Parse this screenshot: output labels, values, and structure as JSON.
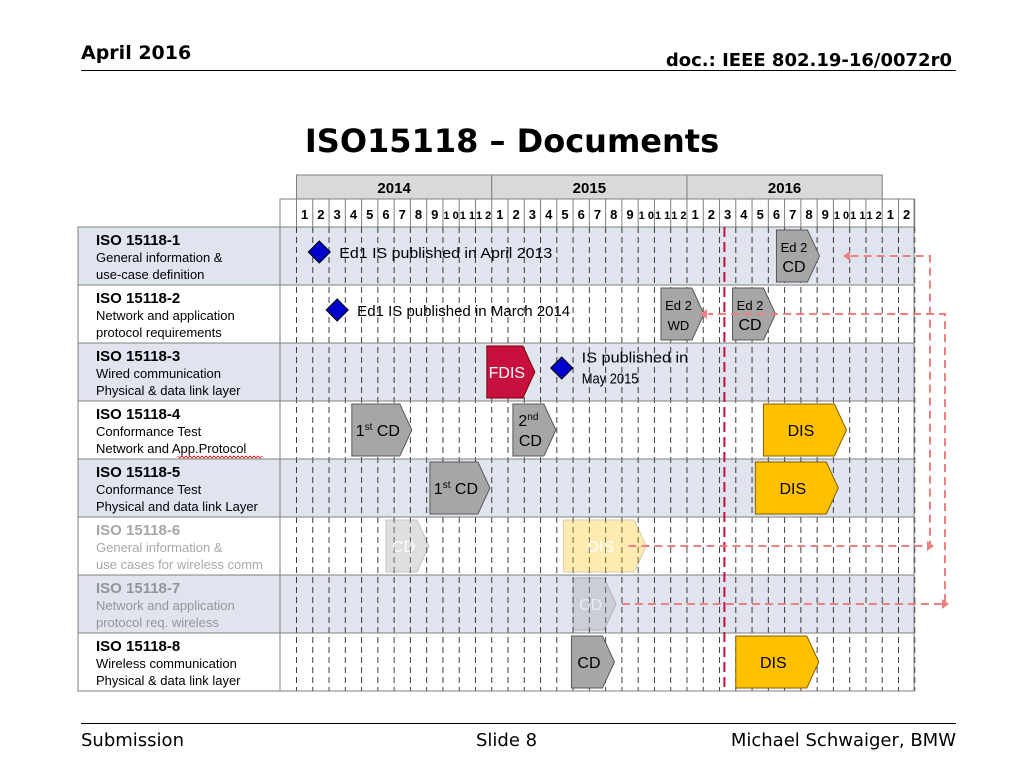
{
  "header": {
    "date": "April 2016",
    "doc": "doc.: IEEE 802.19-16/0072r0"
  },
  "title": "ISO15118 – Documents",
  "footer": {
    "left": "Submission",
    "center": "Slide 8",
    "right": "Michael Schwaiger, BMW"
  },
  "years": [
    "2014",
    "2015",
    "2016"
  ],
  "month_labels": [
    "1",
    "2",
    "3",
    "4",
    "5",
    "6",
    "7",
    "8",
    "9",
    "10",
    "11",
    "12",
    "1",
    "2",
    "3",
    "4",
    "5",
    "6",
    "7",
    "8",
    "9",
    "10",
    "11",
    "12",
    "1",
    "2",
    "3",
    "4",
    "5",
    "6",
    "7",
    "8",
    "9",
    "10",
    "11",
    "12",
    "1",
    "2"
  ],
  "rows": [
    {
      "id": "ISO 15118-1",
      "desc": [
        "General information &",
        "use-case definition"
      ],
      "faded": false
    },
    {
      "id": "ISO 15118-2",
      "desc": [
        "Network and application",
        "protocol requirements"
      ],
      "faded": false
    },
    {
      "id": "ISO 15118-3",
      "desc": [
        "Wired communication",
        "Physical & data link layer"
      ],
      "faded": false
    },
    {
      "id": "ISO 15118-4",
      "desc": [
        "Conformance Test",
        "Network and App.Protocol"
      ],
      "faded": false
    },
    {
      "id": "ISO 15118-5",
      "desc": [
        "Conformance Test",
        "Physical and data link Layer"
      ],
      "faded": false
    },
    {
      "id": "ISO 15118-6",
      "desc": [
        "General information &",
        "use cases for wireless comm"
      ],
      "faded": true
    },
    {
      "id": "ISO 15118-7",
      "desc": [
        "Network and application",
        "protocol req. wireless"
      ],
      "faded": true
    },
    {
      "id": "ISO 15118-8",
      "desc": [
        "Wireless communication",
        "Physical & data link layer"
      ],
      "faded": false
    }
  ],
  "milestones": [
    {
      "row": 0,
      "month": 1.4,
      "kind": "diamond",
      "label": [
        "Ed1 IS published in April 2013"
      ]
    },
    {
      "row": 0,
      "month": 29.5,
      "kind": "arrow",
      "style": "gray",
      "label": [
        "Ed 2",
        "CD"
      ]
    },
    {
      "row": 1,
      "month": 2.5,
      "kind": "diamond",
      "label": [
        "Ed1 IS published in March 2014"
      ]
    },
    {
      "row": 1,
      "month": 22.4,
      "kind": "arrow",
      "style": "gray",
      "label": [
        "Ed 2",
        "WD"
      ]
    },
    {
      "row": 1,
      "month": 26.8,
      "kind": "arrow",
      "style": "gray",
      "label": [
        "Ed 2",
        "CD"
      ]
    },
    {
      "row": 2,
      "month": 11.7,
      "kind": "arrow",
      "style": "red",
      "label": [
        "FDIS"
      ]
    },
    {
      "row": 2,
      "month": 16.3,
      "kind": "diamond",
      "label": [
        "IS published in",
        "May 2015"
      ]
    },
    {
      "row": 3,
      "month": 3.4,
      "kind": "arrow",
      "style": "gray",
      "label": [
        "1st CD"
      ]
    },
    {
      "row": 3,
      "month": 13.3,
      "kind": "arrow",
      "style": "gray",
      "label": [
        "2nd",
        "CD"
      ]
    },
    {
      "row": 3,
      "month": 28.7,
      "kind": "arrow",
      "style": "yellow",
      "label": [
        "DIS"
      ]
    },
    {
      "row": 4,
      "month": 8.2,
      "kind": "arrow",
      "style": "gray",
      "label": [
        "1st CD"
      ]
    },
    {
      "row": 4,
      "month": 28.2,
      "kind": "arrow",
      "style": "yellow",
      "label": [
        "DIS"
      ]
    },
    {
      "row": 5,
      "month": 5.5,
      "kind": "arrow",
      "style": "gray-faded",
      "label": [
        "CD"
      ]
    },
    {
      "row": 5,
      "month": 16.4,
      "kind": "arrow",
      "style": "yellow-faded",
      "label": [
        "DIS"
      ]
    },
    {
      "row": 6,
      "month": 17.0,
      "kind": "arrow",
      "style": "gray-faded",
      "label": [
        "CD"
      ]
    },
    {
      "row": 7,
      "month": 16.9,
      "kind": "arrow",
      "style": "gray",
      "label": [
        "CD"
      ]
    },
    {
      "row": 7,
      "month": 27.0,
      "kind": "arrow",
      "style": "yellow",
      "label": [
        "DIS"
      ]
    }
  ],
  "today_marker_month": 26.3,
  "colors": {
    "year_header": "#d9d9d9",
    "row_shaded": "#dfe4ef",
    "gray_box": "#a6a6a6",
    "red_box": "#c8103e",
    "yellow_box": "#ffc000",
    "diamond": "#0000cc",
    "today_line": "#c8103e",
    "dashed_arrow": "#f08080"
  }
}
